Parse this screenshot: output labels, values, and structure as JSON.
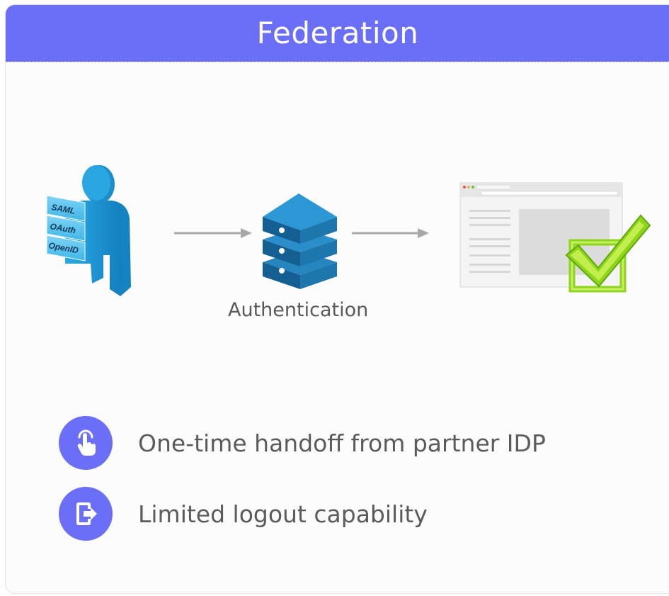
{
  "header": {
    "title": "Federation"
  },
  "diagram": {
    "user": {
      "tags": [
        "SAML",
        "OAuth",
        "OpenID"
      ]
    },
    "server_label": "Authentication"
  },
  "features": [
    {
      "icon": "hand-pointer-icon",
      "text": "One-time handoff from partner IDP"
    },
    {
      "icon": "logout-icon",
      "text": "Limited logout capability"
    }
  ],
  "colors": {
    "header": "#6b6ff7",
    "person": "#1f9ad6",
    "server": "#1b6fa3",
    "check": "#8ed61a",
    "arrow": "#a8a8a8",
    "feature_icon_bg": "#6b6ff7"
  }
}
